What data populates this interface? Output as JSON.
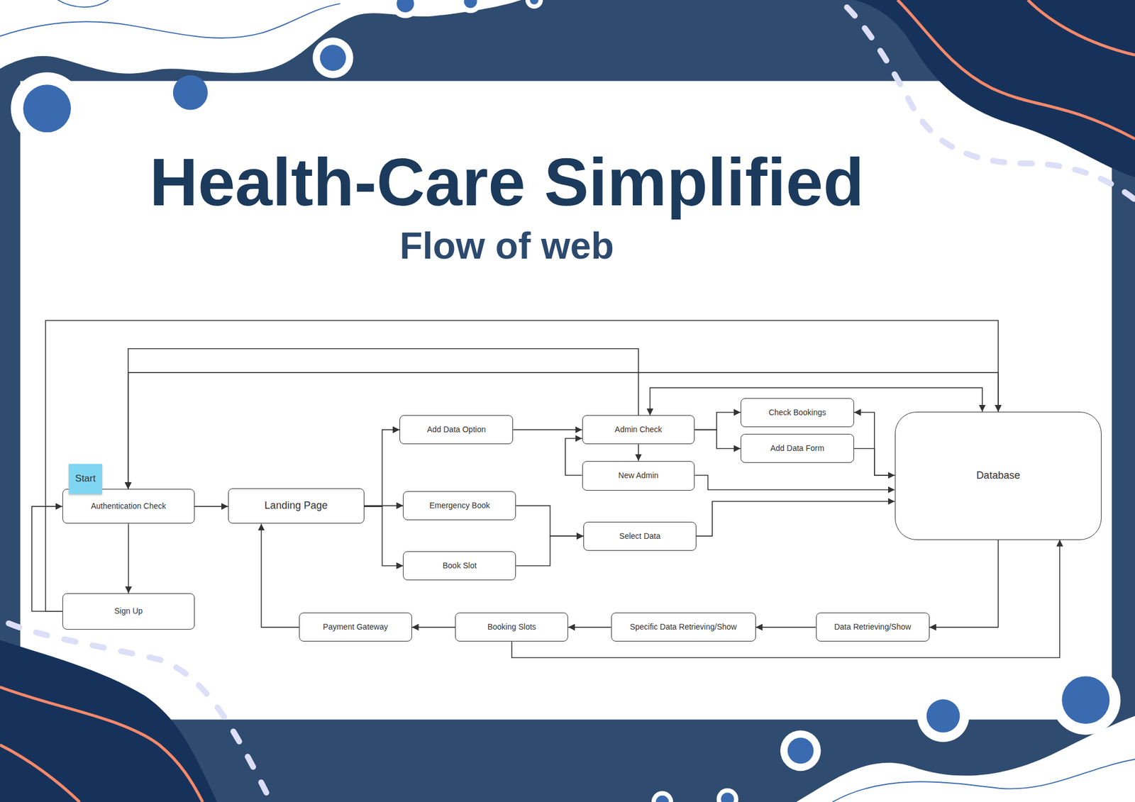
{
  "diagram": {
    "title": "Health-Care Simplified",
    "nodes": [
      {
        "text": [
          "Start"
        ]
      },
      {
        "text": [
          "Authentication Check"
        ]
      },
      {
        "text": [
          "Landing Page"
        ]
      },
      {
        "text": [
          "Add Data Option"
        ]
      },
      {
        "text": [
          "Emergency Book"
        ]
      },
      {
        "text": [
          "Book Slot"
        ]
      },
      {
        "text": [
          "Admin Check"
        ]
      },
      {
        "text": [
          "New Admin"
        ]
      },
      {
        "text": [
          "Select Data"
        ]
      },
      {
        "text": [
          "Check Bookings"
        ]
      },
      {
        "text": [
          "Add Data Form"
        ]
      },
      {
        "text": [
          "Database"
        ]
      },
      {
        "text": [
          "Sign Up"
        ]
      },
      {
        "text": [
          "Payment Gateway"
        ]
      },
      {
        "text": [
          "Booking Slots"
        ]
      },
      {
        "text": [
          "Specific Data Retrieving/Show"
        ]
      },
      {
        "text": [
          "Data Retrieving/Show"
        ]
      }
    ],
    "edges": [
      {
        "from": 1,
        "to": 2,
        "arrow": "to"
      },
      {
        "from": 1,
        "to": 12,
        "arrow": "to"
      },
      {
        "from": 12,
        "to": 1,
        "arrow": "to"
      },
      {
        "from": 12,
        "to": 11,
        "arrow": "to"
      },
      {
        "from": 6,
        "to": 1,
        "arrow": "to"
      },
      {
        "from": 1,
        "to": 11,
        "arrow": "both"
      },
      {
        "from": 2,
        "to": 3,
        "arrow": "to"
      },
      {
        "from": 2,
        "to": 4,
        "arrow": "to"
      },
      {
        "from": 2,
        "to": 5,
        "arrow": "to"
      },
      {
        "from": 3,
        "to": 6,
        "arrow": "to"
      },
      {
        "from": 6,
        "to": 7,
        "arrow": "to"
      },
      {
        "from": 7,
        "to": 6,
        "arrow": "to"
      },
      {
        "from": 6,
        "to": 9,
        "arrow": "to"
      },
      {
        "from": 6,
        "to": 10,
        "arrow": "to"
      },
      {
        "from": 6,
        "to": 11,
        "arrow": "both"
      },
      {
        "from": 11,
        "to": 9,
        "arrow": "to"
      },
      {
        "from": 10,
        "to": 11,
        "arrow": "to"
      },
      {
        "from": 7,
        "to": 11,
        "arrow": "to"
      },
      {
        "from": 4,
        "to": 8,
        "arrow": "to"
      },
      {
        "from": 5,
        "to": 8,
        "arrow": "to"
      },
      {
        "from": 8,
        "to": 11,
        "arrow": "to"
      },
      {
        "from": 11,
        "to": 16,
        "arrow": "to"
      },
      {
        "from": 16,
        "to": 15,
        "arrow": "to"
      },
      {
        "from": 15,
        "to": 14,
        "arrow": "to"
      },
      {
        "from": 14,
        "to": 13,
        "arrow": "to"
      },
      {
        "from": 13,
        "to": 2,
        "arrow": "to"
      },
      {
        "from": 14,
        "to": 11,
        "arrow": "to"
      }
    ],
    "labels": [
      "Flow of web"
    ]
  }
}
